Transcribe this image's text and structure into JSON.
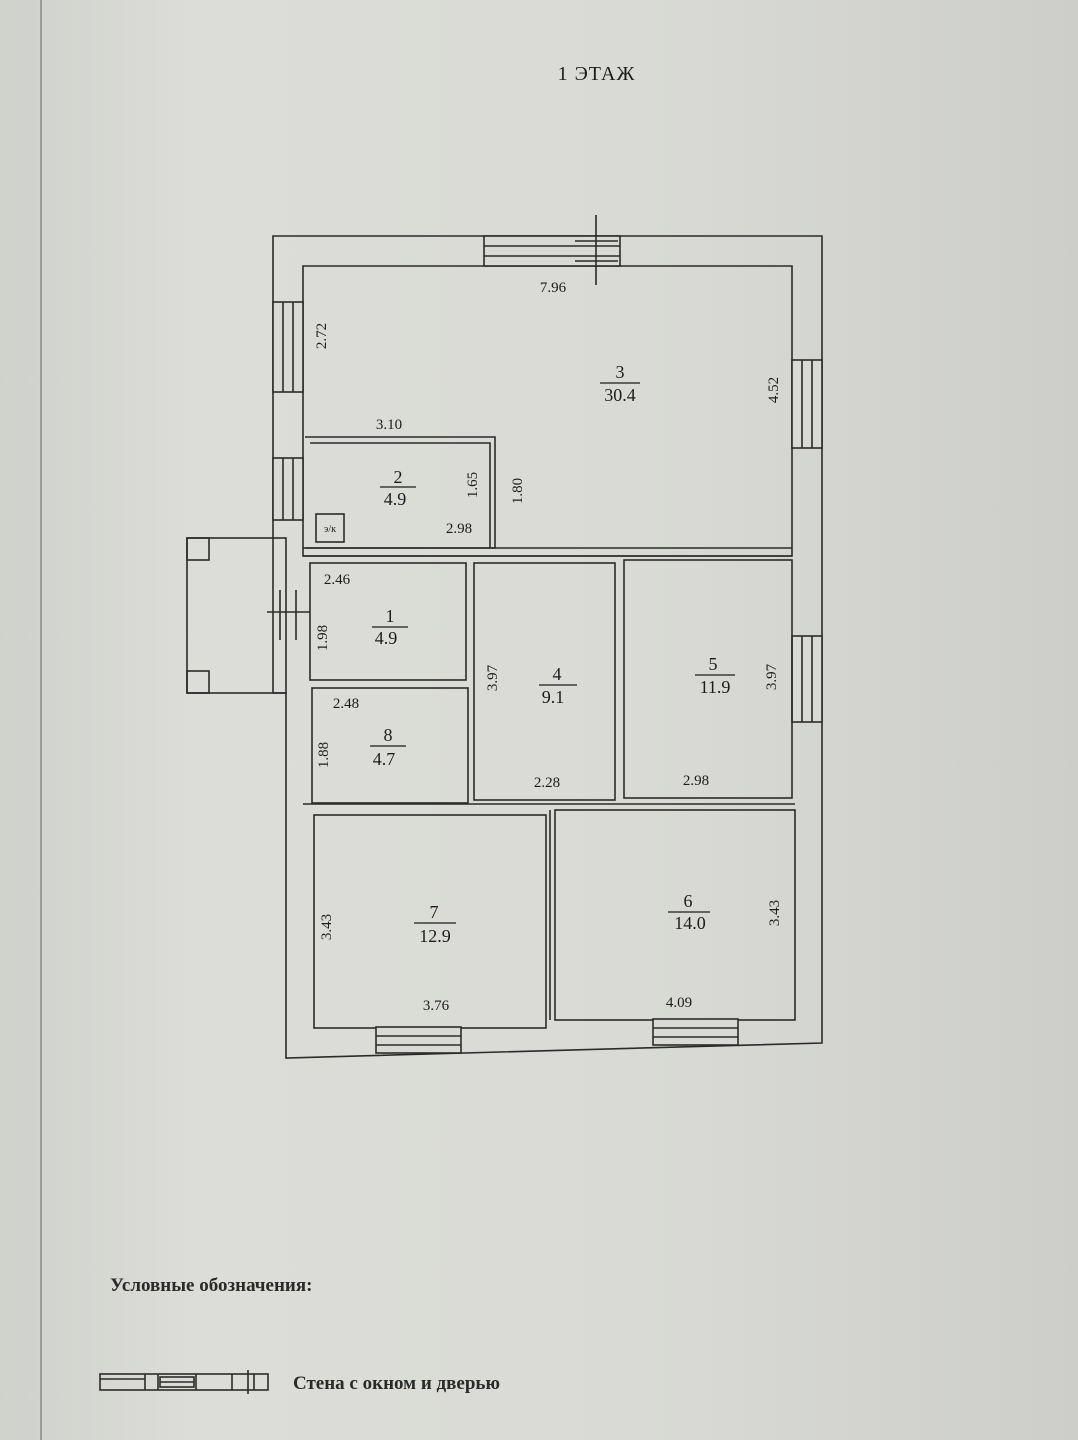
{
  "title": "1 ЭТАЖ",
  "rooms": [
    {
      "number": "1",
      "area": "4.9"
    },
    {
      "number": "2",
      "area": "4.9"
    },
    {
      "number": "3",
      "area": "30.4"
    },
    {
      "number": "4",
      "area": "9.1"
    },
    {
      "number": "5",
      "area": "11.9"
    },
    {
      "number": "6",
      "area": "14.0"
    },
    {
      "number": "7",
      "area": "12.9"
    },
    {
      "number": "8",
      "area": "4.7"
    }
  ],
  "dimensions": {
    "room3_width": "7.96",
    "room3_left_height": "2.72",
    "room3_right_height": "4.52",
    "room3_inner_width": "3.10",
    "room3_inner_height": "1.80",
    "room2_width": "2.98",
    "room2_height": "1.65",
    "room1_width": "2.46",
    "room1_height": "1.98",
    "room8_width": "2.48",
    "room8_height": "1.88",
    "room4_width": "2.28",
    "room4_height": "3.97",
    "room5_width": "2.98",
    "room5_height": "3.97",
    "room7_width": "3.76",
    "room7_height": "3.43",
    "room6_width": "4.09",
    "room6_height": "3.43"
  },
  "markers": {
    "electric_meter": "э/к"
  },
  "legend": {
    "title": "Условные обозначения:",
    "wall_with_window_and_door": "Стена с окном и дверью"
  }
}
